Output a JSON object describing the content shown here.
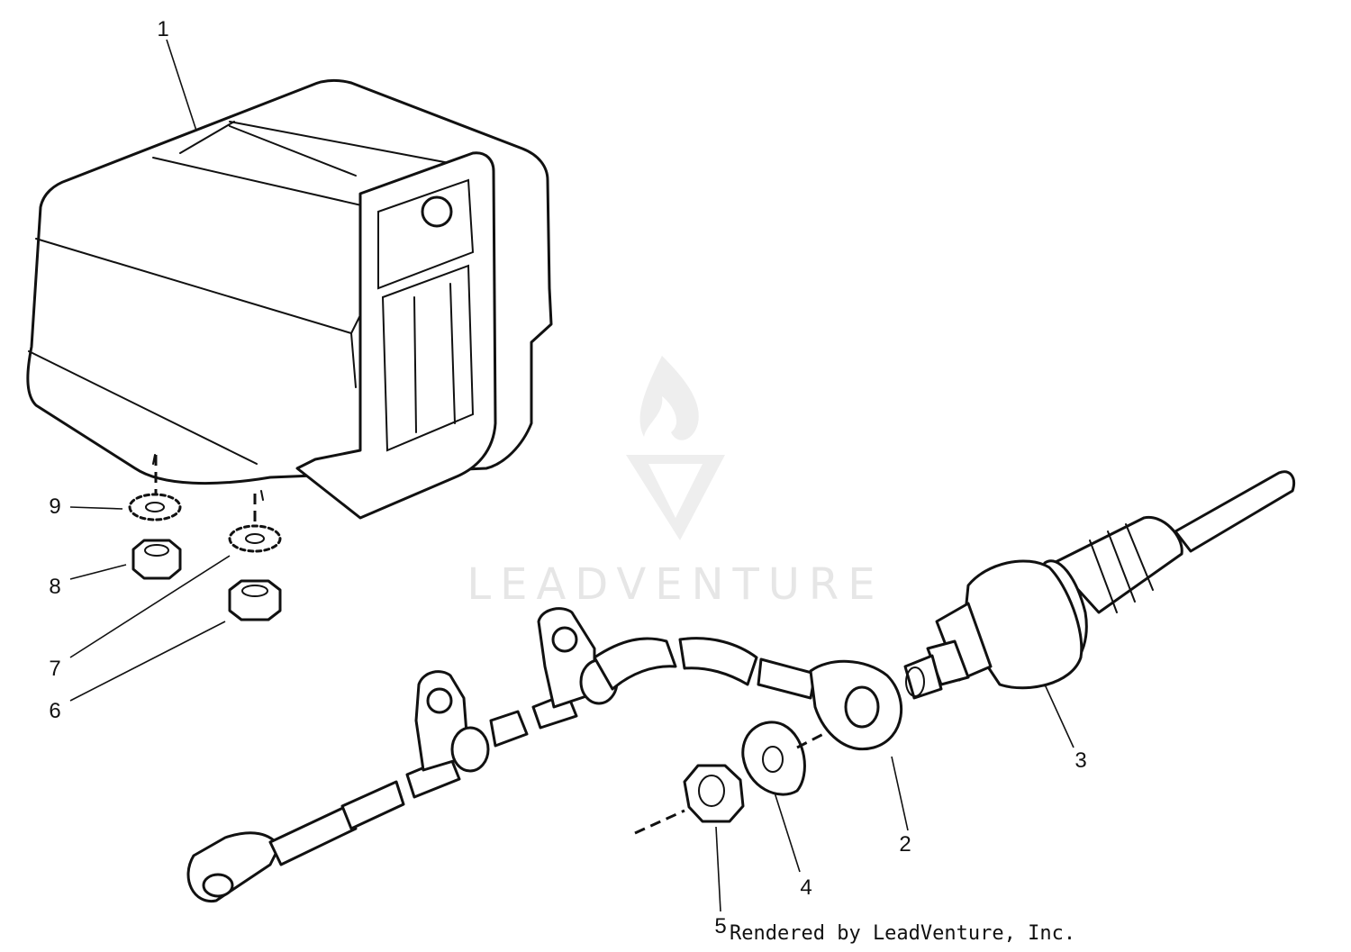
{
  "watermark": {
    "brand": "LEADVENTURE"
  },
  "callouts": [
    "1",
    "2",
    "3",
    "4",
    "5",
    "6",
    "7",
    "8",
    "9"
  ],
  "credit": "Rendered by LeadVenture, Inc.",
  "colors": {
    "line": "#111111",
    "background": "#ffffff",
    "watermark": "#e6e6e6"
  }
}
